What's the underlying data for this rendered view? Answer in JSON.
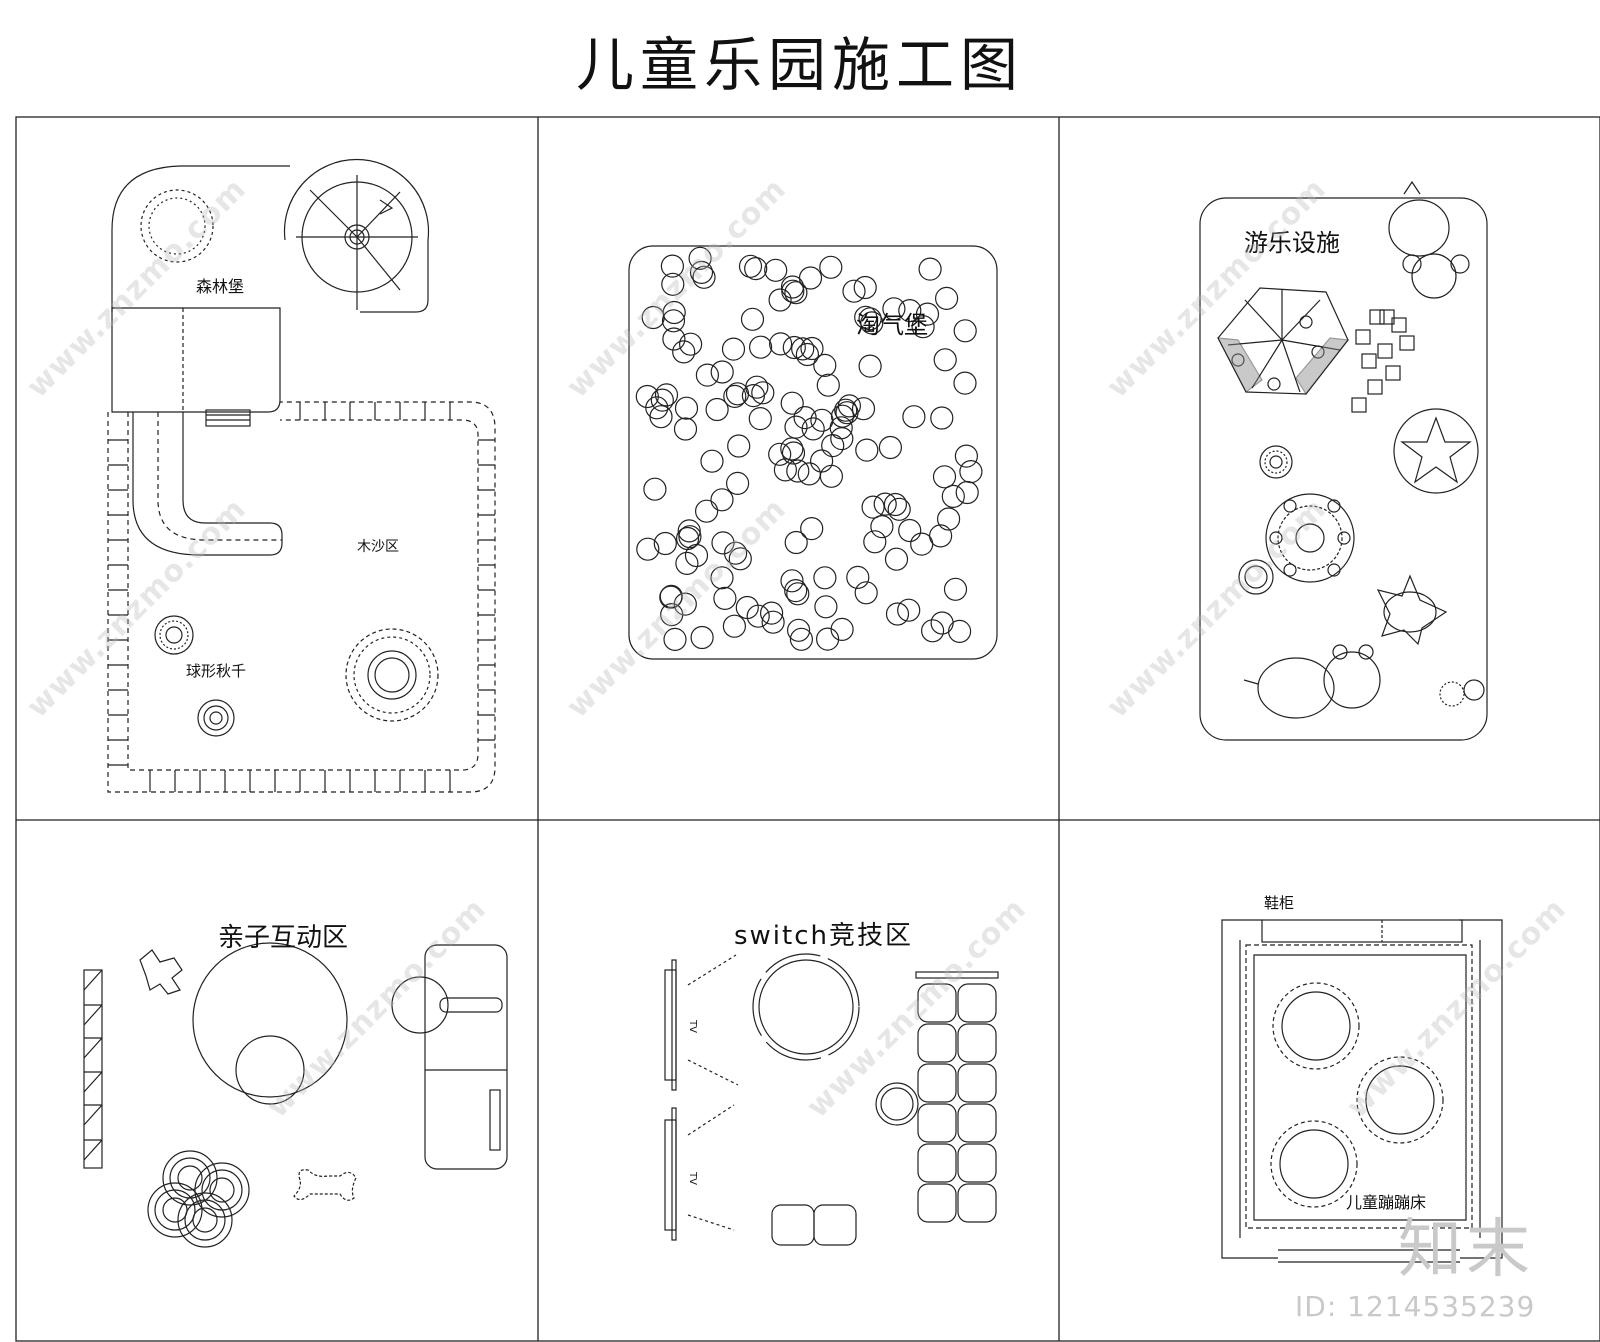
{
  "title": "儿童乐园施工图",
  "panels": {
    "forest_castle": "森林堡",
    "sand_area": "木沙区",
    "ball_swing": "球形秋千",
    "naughty_castle": "淘气堡",
    "rides": "游乐设施",
    "parent_child": "亲子互动区",
    "switch_area": "switch竞技区",
    "tv_label": "TV",
    "shoe_cabinet": "鞋柜",
    "trampoline": "儿童蹦蹦床"
  },
  "watermark": {
    "site": "www.znzmo.com",
    "brand": "知末",
    "id": "ID: 1214535239"
  },
  "colors": {
    "line": "#111111",
    "watermark": "#bdbdbd"
  }
}
